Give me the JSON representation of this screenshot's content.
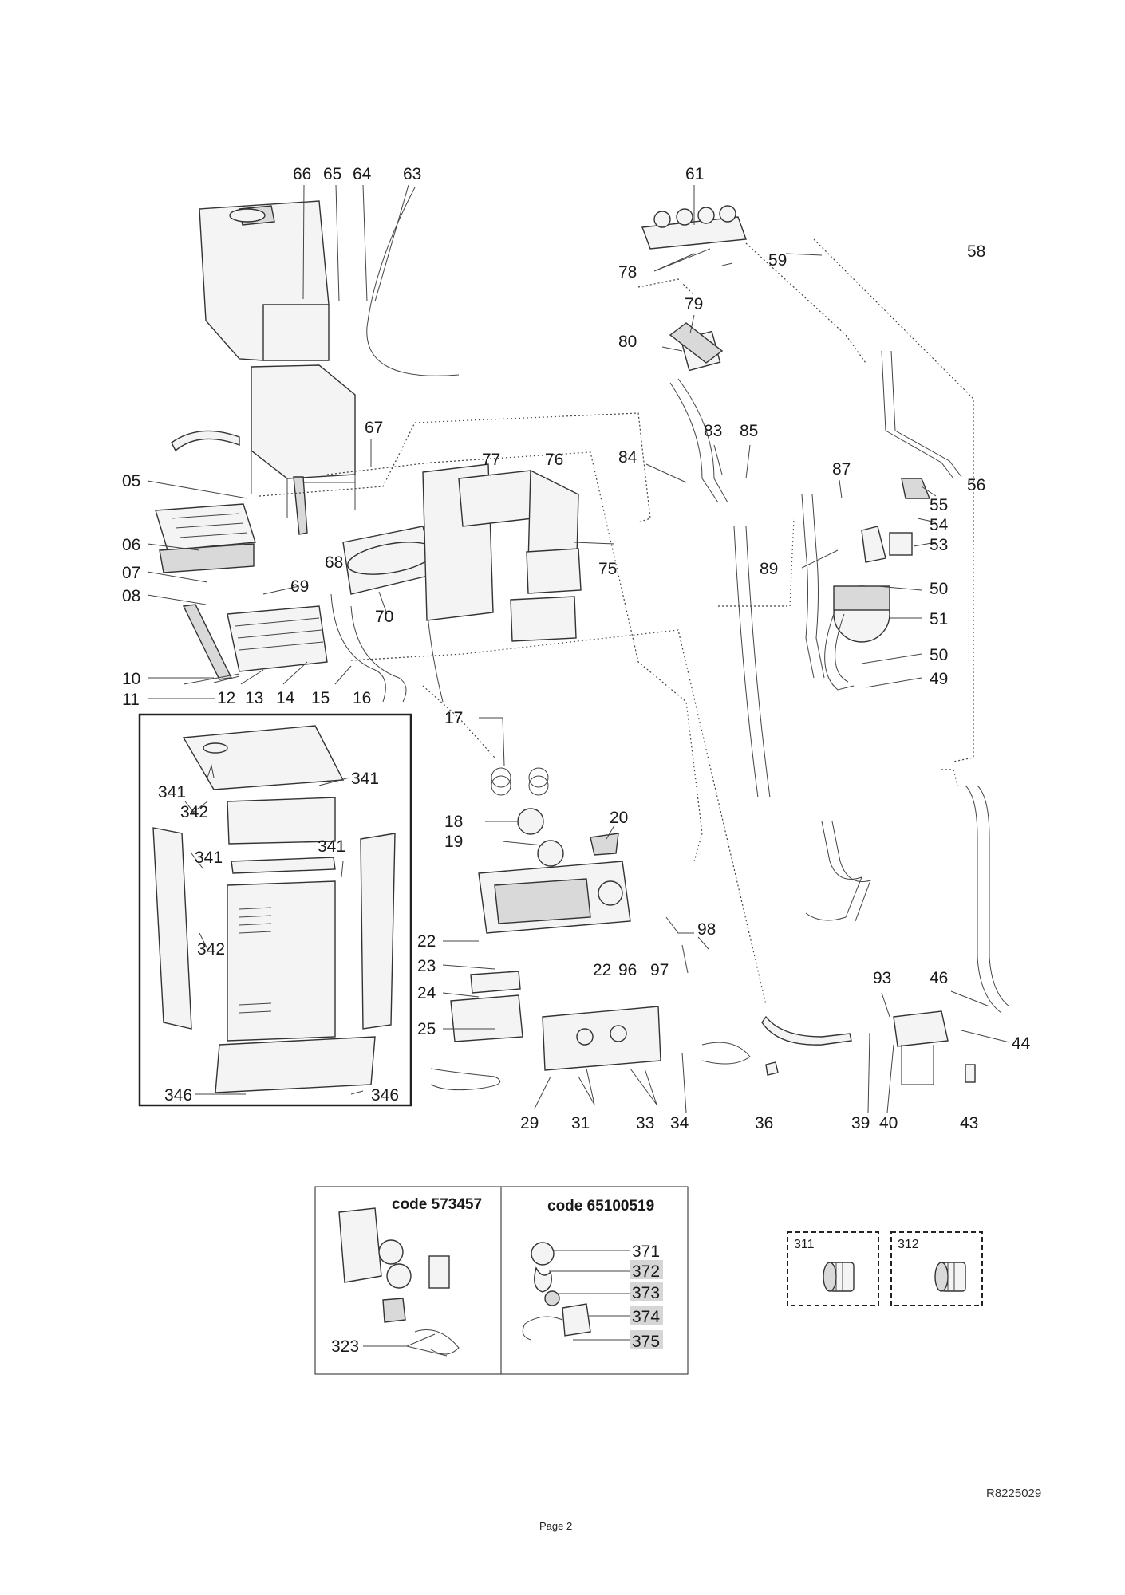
{
  "labels": {
    "p66": "66",
    "p65": "65",
    "p64": "64",
    "p63": "63",
    "p61": "61",
    "p58": "58",
    "p59": "59",
    "p78": "78",
    "p79": "79",
    "p80": "80",
    "p83": "83",
    "p85": "85",
    "p84": "84",
    "p87": "87",
    "p56": "56",
    "p55": "55",
    "p54": "54",
    "p53": "53",
    "p89": "89",
    "p50a": "50",
    "p51": "51",
    "p50b": "50",
    "p49": "49",
    "p67": "67",
    "p77": "77",
    "p76": "76",
    "p05": "05",
    "p06": "06",
    "p07": "07",
    "p08": "08",
    "p68": "68",
    "p69": "69",
    "p70": "70",
    "p75": "75",
    "p10": "10",
    "p11": "11",
    "p12": "12",
    "p13": "13",
    "p14": "14",
    "p15": "15",
    "p16": "16",
    "p17": "17",
    "p18": "18",
    "p19": "19",
    "p20": "20",
    "p341a": "341",
    "p341b": "341",
    "p342a": "342",
    "p341c": "341",
    "p341d": "341",
    "p342b": "342",
    "p346a": "346",
    "p346b": "346",
    "p22a": "22",
    "p23": "23",
    "p24": "24",
    "p25": "25",
    "p22b": "22",
    "p96": "96",
    "p97": "97",
    "p98": "98",
    "p29": "29",
    "p31": "31",
    "p33": "33",
    "p34": "34",
    "p36": "36",
    "p39": "39",
    "p40": "40",
    "p93": "93",
    "p46": "46",
    "p44": "44",
    "p43": "43"
  },
  "kits": {
    "left_code": "code 573457",
    "left_part": "323",
    "right_code": "code 65100519",
    "right_parts": [
      "371",
      "372",
      "373",
      "374",
      "375"
    ],
    "highlighted": [
      "372",
      "373",
      "374",
      "375"
    ]
  },
  "fittings": {
    "a": "311",
    "b": "312"
  },
  "footer": {
    "ref": "R8225029",
    "page": "Page 2"
  }
}
